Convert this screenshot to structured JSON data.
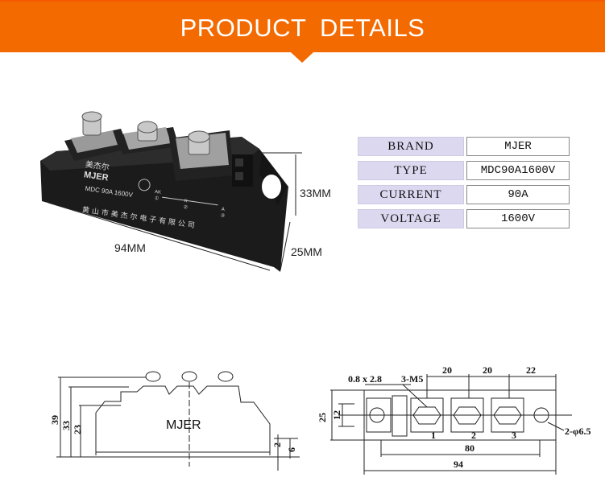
{
  "banner": {
    "title": "PRODUCT DETAILS"
  },
  "specs": [
    {
      "label": "BRAND",
      "value": "MJER"
    },
    {
      "label": "TYPE",
      "value": "MDC90A1600V"
    },
    {
      "label": "CURRENT",
      "value": "90A"
    },
    {
      "label": "VOLTAGE",
      "value": "1600V"
    }
  ],
  "photo": {
    "logo_cn": "美杰尔",
    "logo_en": "MJER",
    "model": "MDC 90A 1600V",
    "company": "黄山市美杰尔电子有限公司",
    "pins": [
      "AK",
      "K",
      "A"
    ],
    "pin_numbers": [
      "①",
      "②",
      "③"
    ],
    "dim_length": "94MM",
    "dim_height": "33MM",
    "dim_width": "25MM"
  },
  "side_drawing": {
    "brand": "MJER",
    "dims": [
      "39",
      "33",
      "23",
      "2",
      "6"
    ]
  },
  "top_drawing": {
    "spacing": [
      "20",
      "20",
      "22"
    ],
    "connector": "0.8 x 2.8",
    "screws": "3-M5",
    "height_outer": "25",
    "height_inner": "12",
    "terminals": [
      "1",
      "2",
      "3"
    ],
    "holes": "2-φ6.5",
    "hole_pitch": "80",
    "length": "94"
  },
  "colors": {
    "accent": "#f26a00",
    "label_bg": "#dcd8f0"
  }
}
